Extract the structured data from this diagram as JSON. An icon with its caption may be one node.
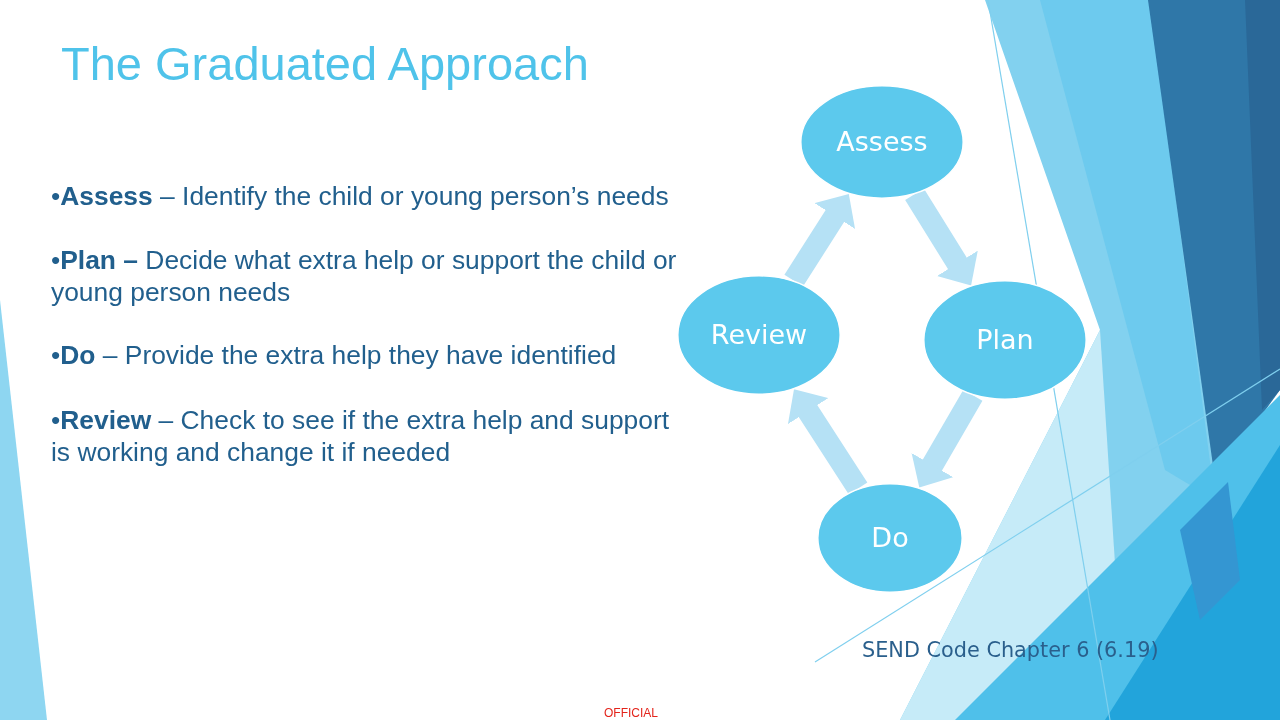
{
  "diagram": {
    "title": "The Graduated Approach",
    "nodes": [
      {
        "text": [
          "Assess"
        ]
      },
      {
        "text": [
          "Plan"
        ]
      },
      {
        "text": [
          "Do"
        ]
      },
      {
        "text": [
          "Review"
        ]
      }
    ],
    "edges": [
      {
        "from": 0,
        "to": 1,
        "arrow": "to"
      },
      {
        "from": 1,
        "to": 2,
        "arrow": "to"
      },
      {
        "from": 2,
        "to": 3,
        "arrow": "to"
      },
      {
        "from": 3,
        "to": 0,
        "arrow": "to"
      }
    ],
    "labels": [
      "•**Assess** – Identify the child or young person’s needs",
      "•**Plan –** Decide what extra help or support the child or young person needs",
      "•**Do** – Provide the extra help they have identified",
      "•**Review** – Check to see if the extra help and support is working and change it if needed",
      "SEND Code Chapter 6 (6.19)",
      "OFFICIAL"
    ]
  }
}
